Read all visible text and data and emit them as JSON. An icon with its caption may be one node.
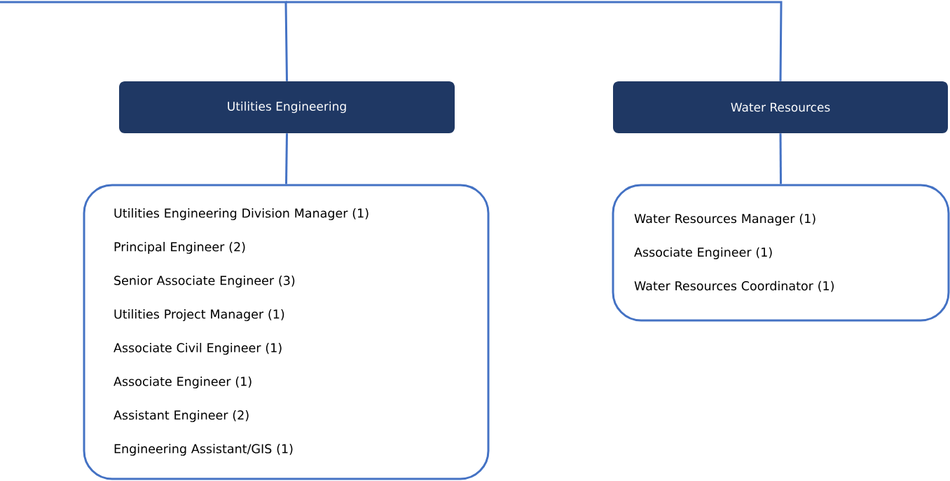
{
  "diagram": {
    "nodes": [
      {
        "text": [
          "Utilities Engineering"
        ]
      },
      {
        "text": [
          "Utilities Engineering Division Manager (1)",
          "Principal Engineer (2)",
          "Senior Associate Engineer (3)",
          "Utilities Project Manager (1)",
          "Associate Civil Engineer (1)",
          "Associate Engineer (1)",
          "Assistant Engineer (2)",
          "Engineering Assistant/GIS (1)"
        ]
      },
      {
        "text": [
          "Water Resources"
        ]
      },
      {
        "text": [
          "Water Resources Manager (1)",
          "Associate Engineer (1)",
          "Water Resources Coordinator (1)"
        ]
      }
    ],
    "edges": [
      {
        "from": null,
        "to": 0,
        "arrow": "none"
      },
      {
        "from": null,
        "to": 2,
        "arrow": "none"
      },
      {
        "from": 0,
        "to": 1,
        "arrow": "none"
      },
      {
        "from": 2,
        "to": 3,
        "arrow": "none"
      }
    ]
  }
}
